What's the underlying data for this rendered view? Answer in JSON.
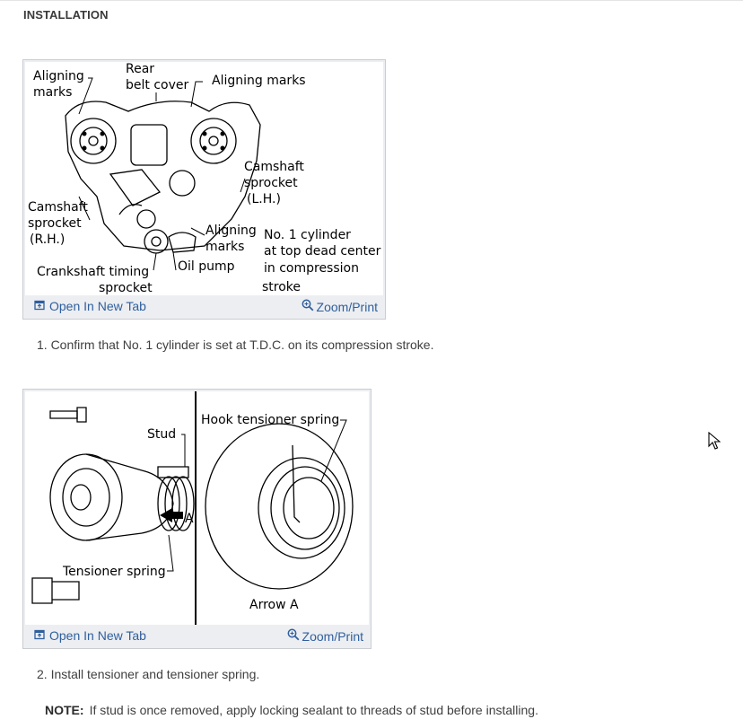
{
  "page": {
    "heading": "INSTALLATION"
  },
  "figures": [
    {
      "open_label": "Open In New Tab",
      "zoom_label": "Zoom/Print",
      "labels": {
        "aligning_marks_tl_1": "Aligning",
        "aligning_marks_tl_2": "marks",
        "rear_1": "Rear",
        "rear_2": "belt cover",
        "aligning_marks_tr": "Aligning marks",
        "cam_lh_1": "Camshaft",
        "cam_lh_2": "sprocket",
        "cam_lh_3": "(L.H.)",
        "cam_rh_1": "Camshaft",
        "cam_rh_2": "sprocket",
        "cam_rh_3": "(R.H.)",
        "aligning_mid_1": "Aligning",
        "aligning_mid_2": "marks",
        "no1_1": "No. 1 cylinder",
        "no1_2": "at top dead center",
        "no1_3": "in compression",
        "no1_4": "stroke",
        "oil_pump": "Oil pump",
        "crank_1": "Crankshaft timing",
        "crank_2": "sprocket"
      }
    },
    {
      "open_label": "Open In New Tab",
      "zoom_label": "Zoom/Print",
      "labels": {
        "stud": "Stud",
        "hook": "Hook tensioner spring",
        "a": "A",
        "tensioner_spring": "Tensioner spring",
        "arrow_a": "Arrow A"
      }
    }
  ],
  "steps": [
    "1. Confirm that No. 1 cylinder is set at T.D.C. on its compression stroke.",
    "2. Install tensioner and tensioner spring."
  ],
  "note": {
    "label": "NOTE:",
    "text": "If stud is once removed, apply locking sealant to threads of stud before installing."
  },
  "colors": {
    "link": "#2f5f9e",
    "figure_frame": "#eceef1"
  },
  "icons": [
    "open-in-new-tab-icon",
    "zoom-icon",
    "mouse-pointer-icon"
  ]
}
